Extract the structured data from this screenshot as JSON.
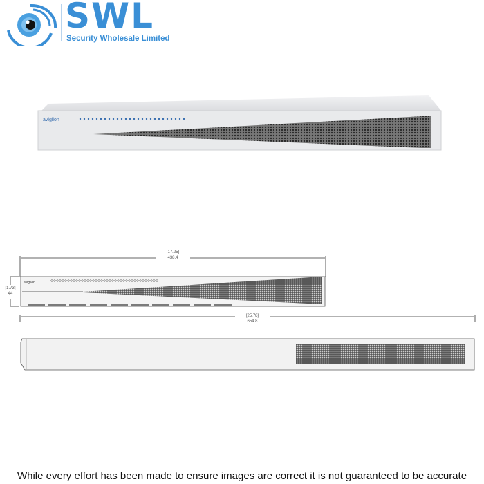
{
  "logo": {
    "letters": "SWL",
    "subtitle": "Security Wholesale Limited",
    "accent": "#3a8fd6"
  },
  "product": {
    "brand": "avigilon"
  },
  "dimensions": {
    "width_in": "[17.25]",
    "width_mm": "438.4",
    "height_in": "[1.73]",
    "height_mm": "44",
    "depth_in": "[25.78]",
    "depth_mm": "654.8"
  },
  "footer": {
    "disclaimer": "While every effort has been made to ensure images are correct it is not guaranteed to be accurate"
  }
}
